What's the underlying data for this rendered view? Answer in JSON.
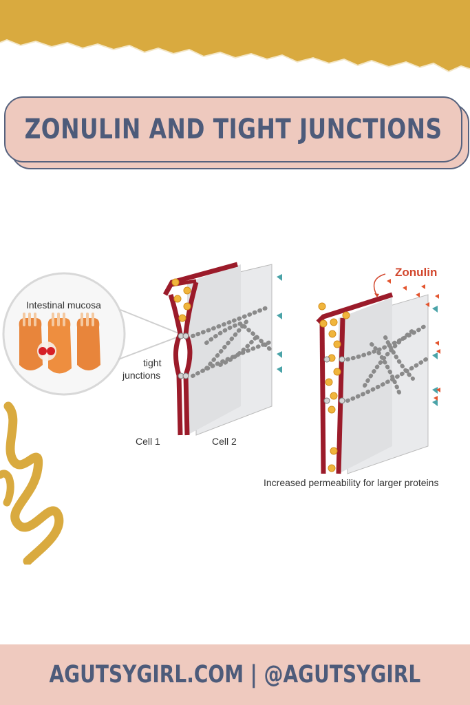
{
  "title": "ZONULIN AND TIGHT JUNCTIONS",
  "diagram": {
    "intestinal_mucosa": "Intestinal mucosa",
    "tight_line1": "tight",
    "tight_line2": "junctions",
    "cell1": "Cell 1",
    "cell2": "Cell 2",
    "zonulin": "Zonulin",
    "caption": "Increased permeability for larger proteins"
  },
  "footer": {
    "site": "AGUTSYGIRL.COM",
    "separator": "|",
    "handle": "@AGUTSYGIRL"
  },
  "colors": {
    "gold": "#d9aa3f",
    "pink": "#eec9be",
    "navy": "#4d5b7a",
    "cell_red": "#9b1b2a",
    "zonulin_red": "#d2462c"
  }
}
